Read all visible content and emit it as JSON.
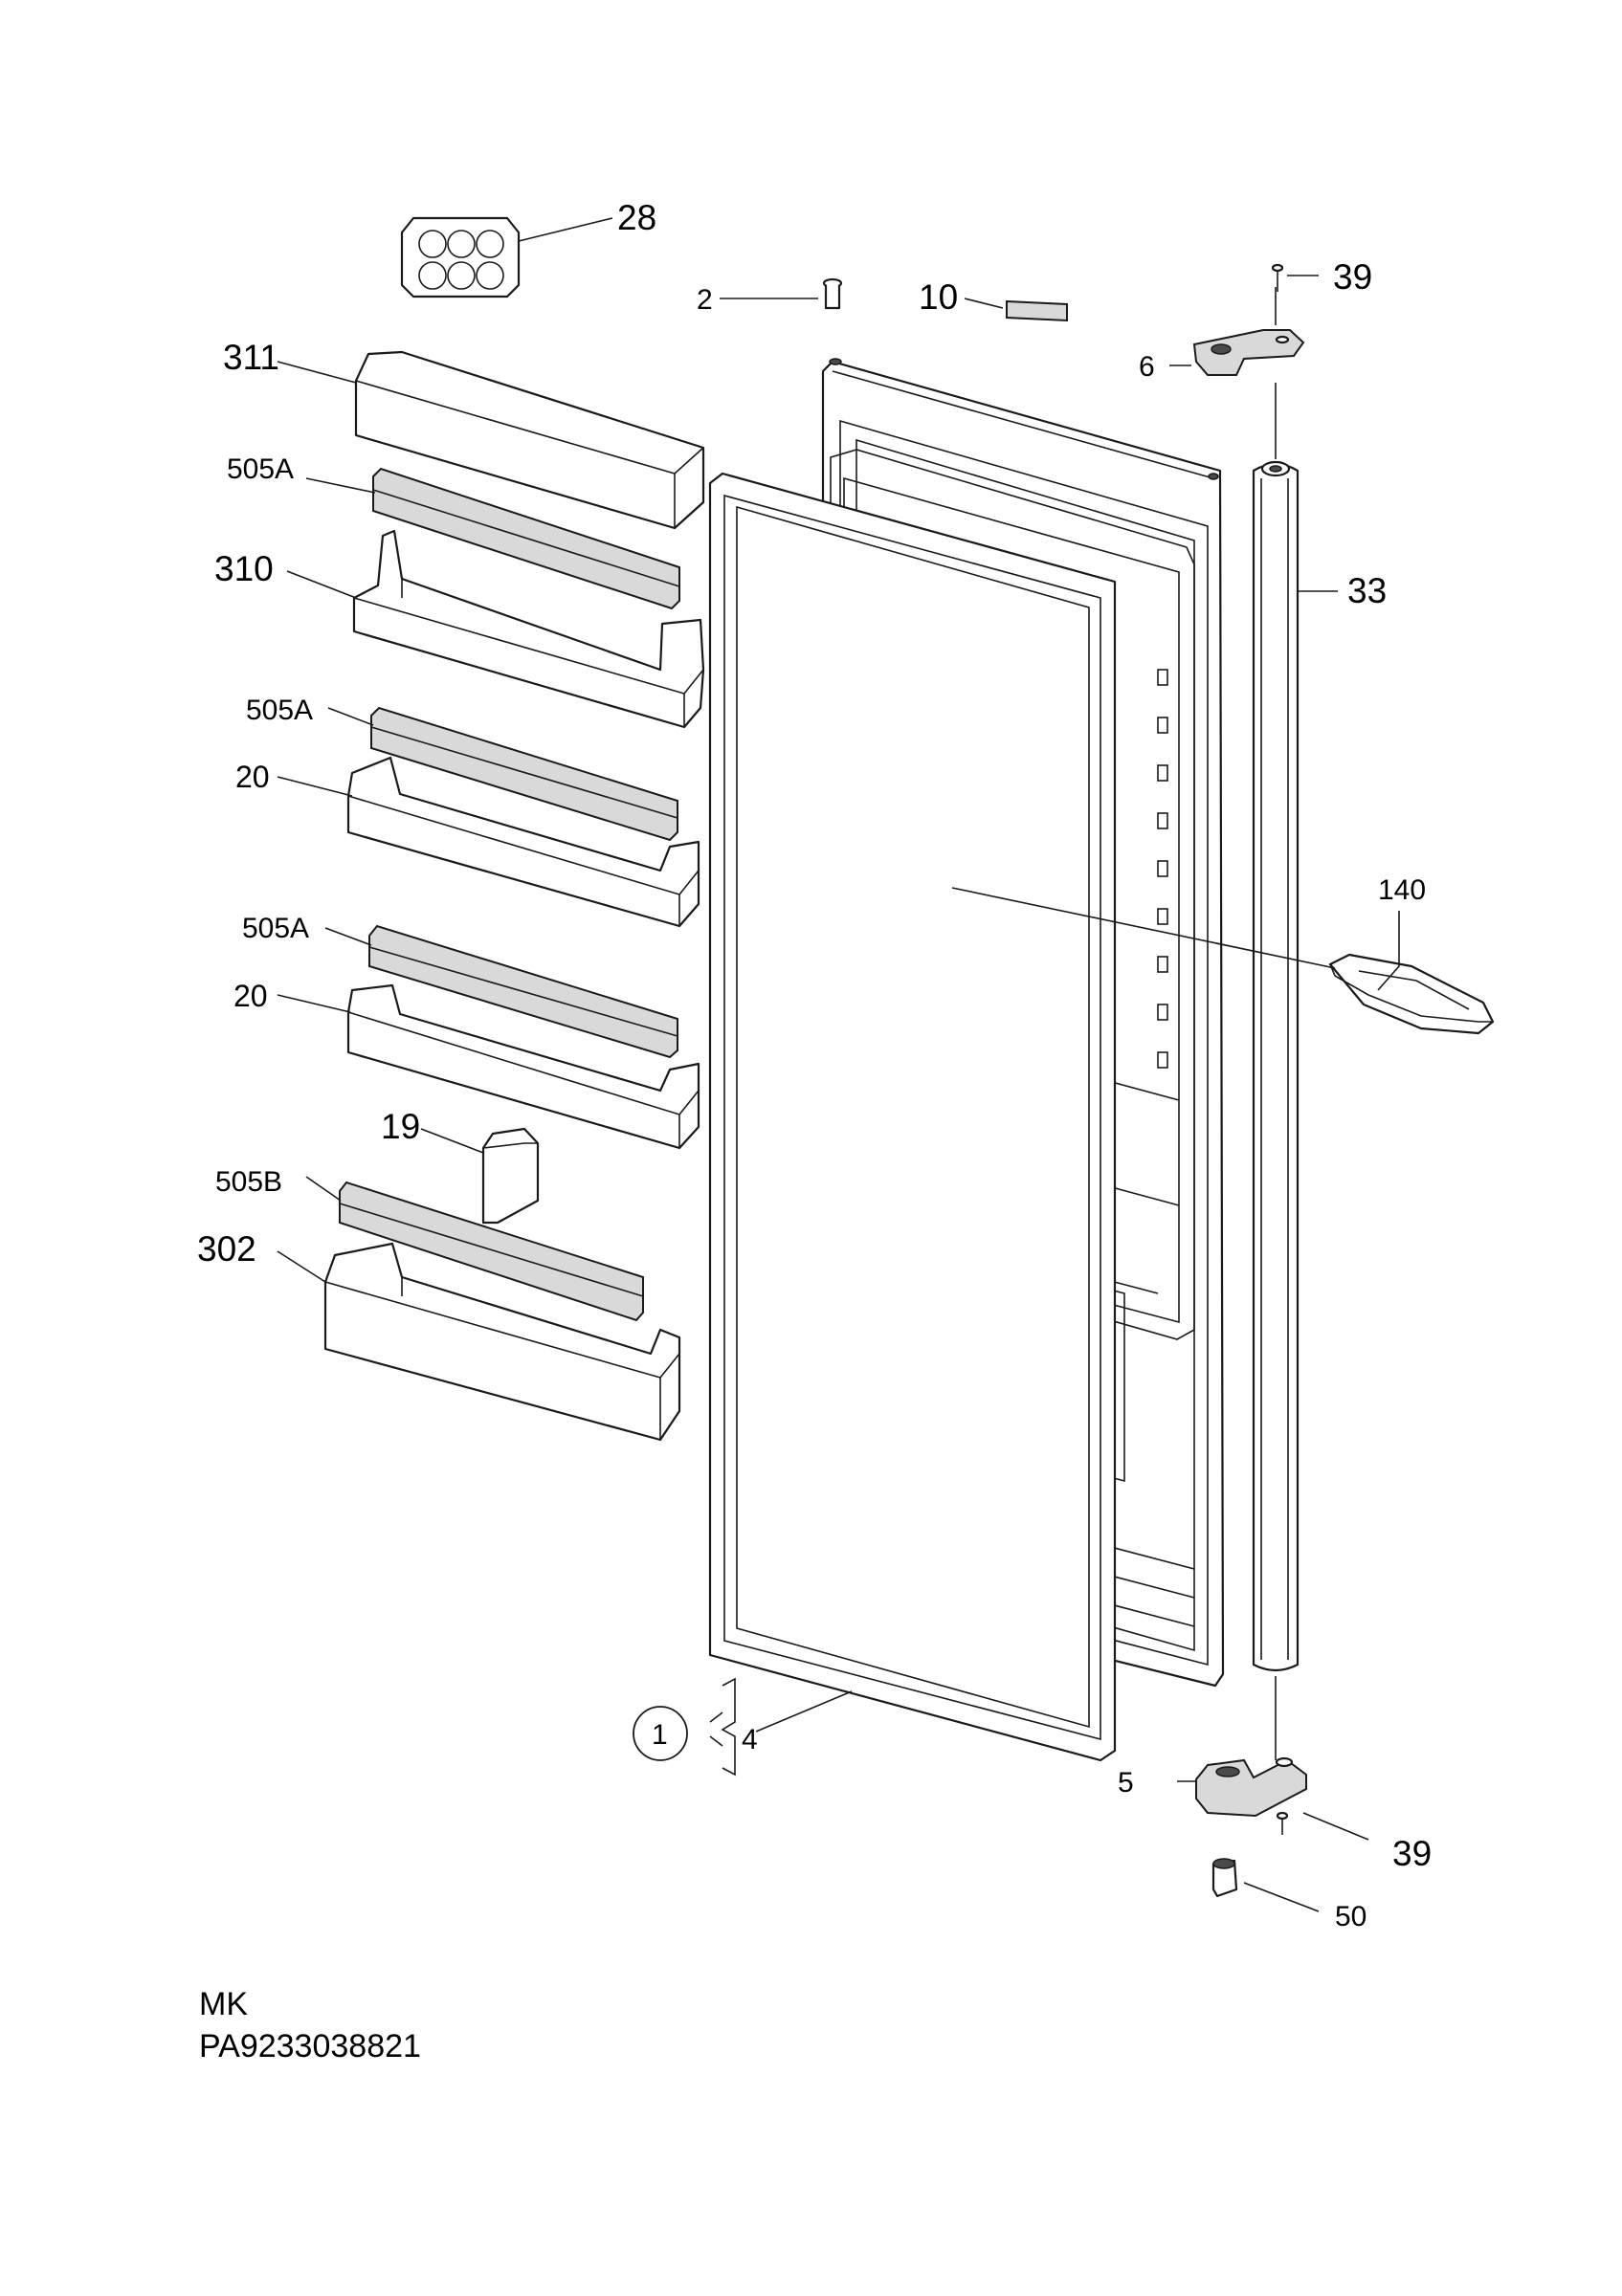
{
  "callouts": {
    "c28": "28",
    "c2": "2",
    "c10": "10",
    "c39_top": "39",
    "c311": "311",
    "c6": "6",
    "c505A_1": "505A",
    "c310": "310",
    "c33": "33",
    "c505A_2": "505A",
    "c20_1": "20",
    "c140": "140",
    "c505A_3": "505A",
    "c20_2": "20",
    "c19": "19",
    "c505B": "505B",
    "c302": "302",
    "c1": "1",
    "c4": "4",
    "c5": "5",
    "c39_bottom": "39",
    "c50": "50"
  },
  "footer": {
    "line1": "MK",
    "line2": "PA9233038821"
  }
}
